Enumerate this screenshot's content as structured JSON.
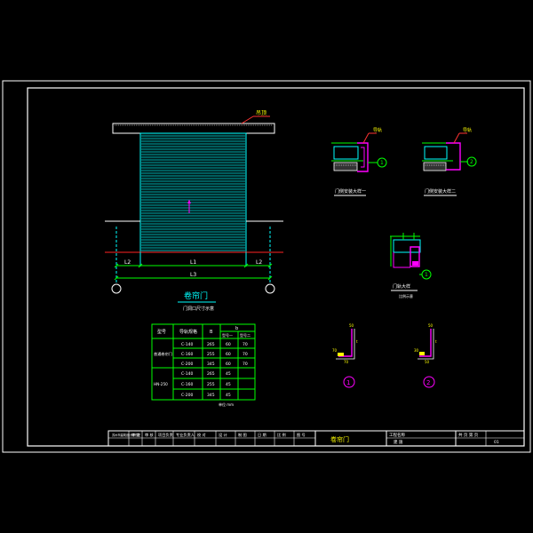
{
  "drawing": {
    "title": "卷帘门",
    "subtitle": "门洞口尺寸示意",
    "callouts": {
      "top_note": "吊顶",
      "detail_a_note": "导轨",
      "detail_b_note": "导轨"
    },
    "dims": {
      "left": "L2",
      "center": "L1",
      "right": "L2",
      "bottom": "L3"
    },
    "detail_labels": {
      "section_a": "门侧安装大样一",
      "section_b": "门侧安装大样二",
      "plan": "门轨大样",
      "plan_sub": "比例示意",
      "circle_a": "1",
      "circle_b": "2",
      "circle_c": "1",
      "circle_d": "1",
      "circle_e": "2"
    },
    "profile_dims": {
      "p1_top": "50",
      "p1_left": "70",
      "p1_bottom": "70",
      "p1_side": "t",
      "p2_top": "50",
      "p2_left": "30",
      "p2_bottom": "50",
      "p2_side": "t"
    }
  },
  "table": {
    "headers": [
      "型号",
      "导轨规格",
      "B",
      "b"
    ],
    "sub_headers": [
      "",
      "",
      "",
      "型号一",
      "型号二"
    ],
    "rows": [
      [
        "普通卷帘门",
        "C-140",
        "265",
        "60",
        "70"
      ],
      [
        "",
        "C-160",
        "255",
        "60",
        "70"
      ],
      [
        "",
        "C-200",
        "345",
        "60",
        "70"
      ],
      [
        "HN-250",
        "C-140",
        "265",
        "45",
        ""
      ],
      [
        "",
        "C-160",
        "255",
        "45",
        ""
      ],
      [
        "",
        "C-200",
        "345",
        "45",
        ""
      ]
    ],
    "note": "单位 mm"
  },
  "title_block": {
    "cells": [
      "苏州市建筑设计研究院",
      "审 定",
      "审 核",
      "项目负责",
      "专业负责人",
      "校 对",
      "设 计",
      "制 图",
      "日 期",
      "比 例",
      "图 号"
    ],
    "drawing_name": "卷帘门",
    "project_label": "工程名称",
    "sheet_label": "建 施",
    "sheet_number": "01",
    "right_header": "共 页 第 页"
  }
}
